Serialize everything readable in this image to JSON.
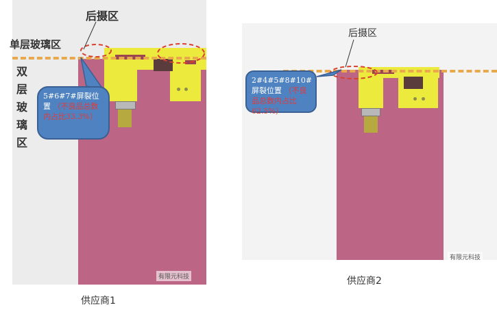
{
  "labels": {
    "rear_camera_area": "后摄区",
    "single_glass": "单层玻璃区",
    "double_glass": "双层玻璃区",
    "supplier1": "供应商1",
    "supplier2": "供应商2",
    "watermark": "有限元科技"
  },
  "callouts": {
    "supplier1": {
      "main": "5#6#7#屏裂位置",
      "note": "（不良品总数内占比33.3%）"
    },
    "supplier2": {
      "main": "2#4#5#8#10#屏裂位置",
      "note": "（不良品总数内占比62.5%）"
    }
  },
  "colors": {
    "screen": "#bd6585",
    "fpc": "#ecea3c",
    "callout": "#4f82c0",
    "dashed_boundary": "#e8a94d",
    "crack_marker": "#d9412f"
  }
}
